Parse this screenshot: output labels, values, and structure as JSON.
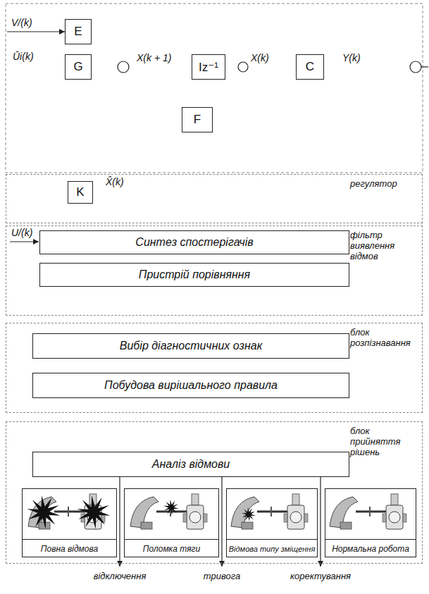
{
  "diagram": {
    "nodes": [
      {
        "text": [
          "E"
        ]
      },
      {
        "text": [
          "G"
        ]
      },
      {
        "text": [
          "Iz⁻¹"
        ]
      },
      {
        "text": [
          "F"
        ]
      },
      {
        "text": [
          "C"
        ]
      },
      {
        "text": [
          "регулятор"
        ]
      },
      {
        "text": [
          "K"
        ],
        "in": 5
      },
      {
        "text": [
          "фільтр виявлення відмов"
        ]
      },
      {
        "text": [
          "Синтез спостерігачів"
        ],
        "in": 7
      },
      {
        "text": [
          "Пристрій порівняння"
        ],
        "in": 7
      },
      {
        "text": [
          "блок розпізнавання"
        ]
      },
      {
        "text": [
          "Вибір діагностичних ознак"
        ],
        "in": 10
      },
      {
        "text": [
          "Побудова вирішального правила"
        ],
        "in": 10
      },
      {
        "text": [
          "блок прийняття рішень"
        ]
      },
      {
        "text": [
          "Аналіз відмови"
        ],
        "in": 13
      },
      {
        "text": [
          "Повна відмова"
        ],
        "in": 13
      },
      {
        "text": [
          "Поломка тяги"
        ],
        "in": 13
      },
      {
        "text": [
          "Відмова типу зміщення"
        ],
        "in": 13
      },
      {
        "text": [
          "Нормальна робота"
        ],
        "in": 13
      }
    ],
    "edges": [
      {
        "from": 0,
        "to": 2,
        "arrow": "to"
      },
      {
        "from": 1,
        "to": 2,
        "arrow": "to"
      },
      {
        "from": 3,
        "to": 2,
        "arrow": "to"
      },
      {
        "from": 2,
        "to": 4,
        "arrow": "to"
      },
      {
        "from": 2,
        "to": 3,
        "arrow": "to"
      },
      {
        "from": 4,
        "to": 8,
        "arrow": "to"
      },
      {
        "from": 6,
        "to": 1,
        "arrow": "to"
      },
      {
        "from": 8,
        "to": 6,
        "arrow": "to"
      },
      {
        "from": 8,
        "to": 9,
        "arrow": "none"
      },
      {
        "from": 9,
        "to": 11,
        "arrow": "to"
      },
      {
        "from": 11,
        "to": 12,
        "arrow": "none"
      },
      {
        "from": 12,
        "to": 14,
        "arrow": "to"
      }
    ],
    "labels": [
      "V/(k)",
      "Ūi(k)",
      "X(k + 1)",
      "X(k)",
      "Y(k)",
      "X̂(k)",
      "U/(k)",
      "відключення",
      "тривога",
      "коректування"
    ]
  }
}
